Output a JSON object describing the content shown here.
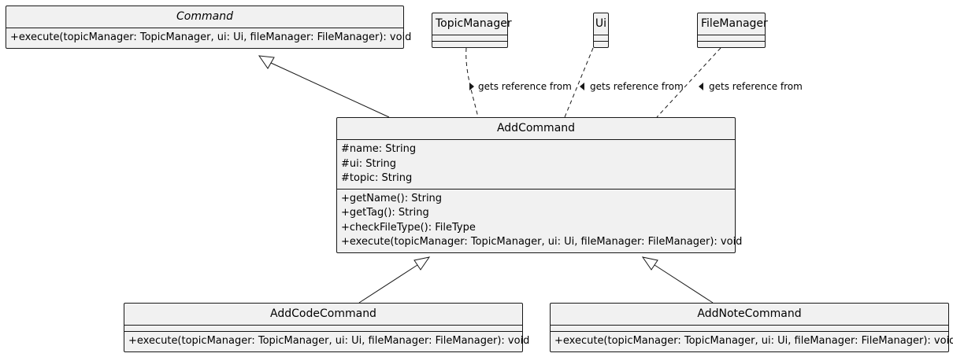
{
  "classes": {
    "command": {
      "name": "Command",
      "fields": [],
      "methods": [
        "+execute(topicManager: TopicManager, ui: Ui, fileManager: FileManager): void"
      ]
    },
    "topic_manager": {
      "name": "TopicManager",
      "fields": [],
      "methods": []
    },
    "ui": {
      "name": "Ui",
      "fields": [],
      "methods": []
    },
    "file_manager": {
      "name": "FileManager",
      "fields": [],
      "methods": []
    },
    "add_command": {
      "name": "AddCommand",
      "fields": [
        "#name: String",
        "#ui: String",
        "#topic: String"
      ],
      "methods": [
        "+getName(): String",
        "+getTag(): String",
        "+checkFileType(): FileType",
        "+execute(topicManager: TopicManager, ui: Ui, fileManager: FileManager): void"
      ]
    },
    "add_code_command": {
      "name": "AddCodeCommand",
      "fields": [],
      "methods": [
        "+execute(topicManager: TopicManager, ui: Ui, fileManager: FileManager): void"
      ]
    },
    "add_note_command": {
      "name": "AddNoteCommand",
      "fields": [],
      "methods": [
        "+execute(topicManager: TopicManager, ui: Ui, fileManager: FileManager): void"
      ]
    }
  },
  "relations": {
    "topic_manager_label": "gets reference from",
    "ui_label": "gets reference from",
    "file_manager_label": "gets reference from"
  },
  "colors": {
    "box_fill": "#f1f1f1",
    "border": "#181818",
    "line": "#181818"
  }
}
